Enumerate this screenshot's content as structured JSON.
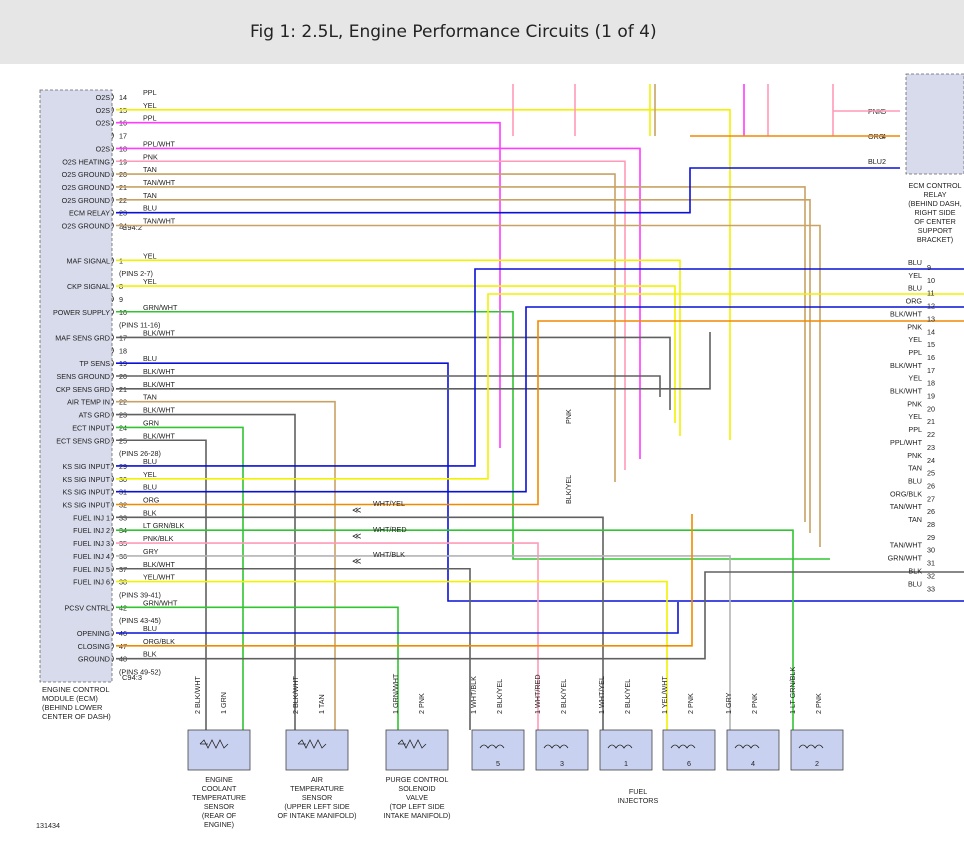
{
  "title": "Fig 1: 2.5L, Engine Performance Circuits (1 of 4)",
  "diagram_id": "131434",
  "colors": {
    "PPL": "#ff3cff",
    "YEL": "#f2f200",
    "PNK": "#ff9ab8",
    "TAN": "#c8a264",
    "BLU": "#0a10d6",
    "GRN": "#30c530",
    "BLK": "#606060",
    "ORG": "#f08a00",
    "GRY": "#b4b4b4",
    "WHT": "#d8d8d8",
    "RED": "#e03030",
    "connector_fill": "#c8d2f0"
  },
  "ecm": {
    "label": [
      "ENGINE CONTROL",
      "MODULE (ECM)",
      "(BEHIND LOWER",
      "CENTER OF DASH)"
    ],
    "connectors": [
      "C94:2",
      "C94:3"
    ],
    "pins": [
      {
        "num": "14",
        "color": "PPL",
        "func": "O2S",
        "wire": "PPL"
      },
      {
        "num": "15",
        "color": "YEL",
        "func": "O2S",
        "wire": "YEL"
      },
      {
        "num": "16",
        "color": "PPL",
        "func": "O2S",
        "wire": "PPL"
      },
      {
        "num": "17",
        "color": "",
        "func": "",
        "wire": ""
      },
      {
        "num": "18",
        "color": "PPL",
        "func": "O2S",
        "wire": "PPL/WHT"
      },
      {
        "num": "19",
        "color": "PNK",
        "func": "O2S HEATING",
        "wire": "PNK"
      },
      {
        "num": "20",
        "color": "TAN",
        "func": "O2S GROUND",
        "wire": "TAN"
      },
      {
        "num": "21",
        "color": "TAN",
        "func": "O2S GROUND",
        "wire": "TAN/WHT"
      },
      {
        "num": "22",
        "color": "TAN",
        "func": "O2S GROUND",
        "wire": "TAN"
      },
      {
        "num": "23",
        "color": "BLU",
        "func": "ECM RELAY",
        "wire": "BLU"
      },
      {
        "num": "24",
        "color": "TAN",
        "func": "O2S GROUND",
        "wire": "TAN/WHT"
      },
      {
        "num": "1",
        "color": "YEL",
        "func": "MAF SIGNAL",
        "wire": "YEL"
      },
      {
        "num": "",
        "color": "",
        "func": "",
        "wire": "(PINS 2-7)"
      },
      {
        "num": "8",
        "color": "YEL",
        "func": "CKP SIGNAL",
        "wire": "YEL"
      },
      {
        "num": "9",
        "color": "",
        "func": "",
        "wire": ""
      },
      {
        "num": "10",
        "color": "GRN",
        "func": "POWER SUPPLY",
        "wire": "GRN/WHT"
      },
      {
        "num": "",
        "color": "",
        "func": "",
        "wire": "(PINS 11-16)"
      },
      {
        "num": "17",
        "color": "BLK",
        "func": "MAF SENS GRD",
        "wire": "BLK/WHT"
      },
      {
        "num": "18",
        "color": "",
        "func": "",
        "wire": ""
      },
      {
        "num": "19",
        "color": "BLU",
        "func": "TP SENS",
        "wire": "BLU"
      },
      {
        "num": "20",
        "color": "BLK",
        "func": "SENS GROUND",
        "wire": "BLK/WHT"
      },
      {
        "num": "21",
        "color": "BLK",
        "func": "CKP SENS GRD",
        "wire": "BLK/WHT"
      },
      {
        "num": "22",
        "color": "TAN",
        "func": "AIR TEMP IN",
        "wire": "TAN"
      },
      {
        "num": "23",
        "color": "BLK",
        "func": "ATS GRD",
        "wire": "BLK/WHT"
      },
      {
        "num": "24",
        "color": "GRN",
        "func": "ECT INPUT",
        "wire": "GRN"
      },
      {
        "num": "25",
        "color": "BLK",
        "func": "ECT SENS GRD",
        "wire": "BLK/WHT"
      },
      {
        "num": "",
        "color": "",
        "func": "",
        "wire": "(PINS 26-28)"
      },
      {
        "num": "29",
        "color": "BLU",
        "func": "KS SIG INPUT",
        "wire": "BLU"
      },
      {
        "num": "30",
        "color": "YEL",
        "func": "KS SIG INPUT",
        "wire": "YEL"
      },
      {
        "num": "31",
        "color": "BLU",
        "func": "KS SIG INPUT",
        "wire": "BLU"
      },
      {
        "num": "32",
        "color": "ORG",
        "func": "KS SIG INPUT",
        "wire": "ORG"
      },
      {
        "num": "33",
        "color": "BLK",
        "func": "FUEL INJ 1",
        "wire": "BLK"
      },
      {
        "num": "34",
        "color": "GRN",
        "func": "FUEL INJ 2",
        "wire": "LT GRN/BLK"
      },
      {
        "num": "35",
        "color": "PNK",
        "func": "FUEL INJ 3",
        "wire": "PNK/BLK"
      },
      {
        "num": "36",
        "color": "GRY",
        "func": "FUEL INJ 4",
        "wire": "GRY"
      },
      {
        "num": "37",
        "color": "BLK",
        "func": "FUEL INJ 5",
        "wire": "BLK/WHT"
      },
      {
        "num": "38",
        "color": "YEL",
        "func": "FUEL INJ 6",
        "wire": "YEL/WHT"
      },
      {
        "num": "",
        "color": "",
        "func": "",
        "wire": "(PINS 39-41)"
      },
      {
        "num": "42",
        "color": "GRN",
        "func": "PCSV CNTRL",
        "wire": "GRN/WHT"
      },
      {
        "num": "",
        "color": "",
        "func": "",
        "wire": "(PINS 43-45)"
      },
      {
        "num": "46",
        "color": "BLU",
        "func": "OPENING",
        "wire": "BLU"
      },
      {
        "num": "47",
        "color": "ORG",
        "func": "CLOSING",
        "wire": "ORG/BLK"
      },
      {
        "num": "48",
        "color": "BLK",
        "func": "GROUND",
        "wire": "BLK"
      },
      {
        "num": "",
        "color": "",
        "func": "",
        "wire": "(PINS 49-52)"
      }
    ]
  },
  "relay": {
    "label": [
      "ECM CONTROL",
      "RELAY",
      "(BEHIND DASH,",
      "RIGHT SIDE",
      "OF CENTER",
      "SUPPORT",
      "BRACKET)"
    ],
    "pins": [
      {
        "num": "5",
        "wire": "PNK",
        "color": "PNK"
      },
      {
        "num": "4",
        "wire": "ORG",
        "color": "ORG"
      },
      {
        "num": "2",
        "wire": "BLU",
        "color": "BLU"
      }
    ]
  },
  "right_pins": [
    {
      "num": "9",
      "wire": "BLU",
      "color": "BLU"
    },
    {
      "num": "10",
      "wire": "YEL",
      "color": "YEL"
    },
    {
      "num": "11",
      "wire": "BLU",
      "color": "BLU"
    },
    {
      "num": "12",
      "wire": "ORG",
      "color": "ORG"
    },
    {
      "num": "13",
      "wire": "BLK/WHT",
      "color": "BLK"
    },
    {
      "num": "14",
      "wire": "PNK",
      "color": "PNK"
    },
    {
      "num": "15",
      "wire": "YEL",
      "color": "YEL"
    },
    {
      "num": "16",
      "wire": "PPL",
      "color": "PPL"
    },
    {
      "num": "17",
      "wire": "BLK/WHT",
      "color": "BLK"
    },
    {
      "num": "18",
      "wire": "YEL",
      "color": "YEL"
    },
    {
      "num": "19",
      "wire": "BLK/WHT",
      "color": "BLK"
    },
    {
      "num": "20",
      "wire": "PNK",
      "color": "PNK"
    },
    {
      "num": "21",
      "wire": "YEL",
      "color": "YEL"
    },
    {
      "num": "22",
      "wire": "PPL",
      "color": "PPL"
    },
    {
      "num": "23",
      "wire": "PPL/WHT",
      "color": "PPL"
    },
    {
      "num": "24",
      "wire": "PNK",
      "color": "PNK"
    },
    {
      "num": "25",
      "wire": "TAN",
      "color": "TAN"
    },
    {
      "num": "26",
      "wire": "BLU",
      "color": "BLU"
    },
    {
      "num": "27",
      "wire": "ORG/BLK",
      "color": "ORG"
    },
    {
      "num": "26",
      "wire": "TAN/WHT",
      "color": "TAN"
    },
    {
      "num": "28",
      "wire": "TAN",
      "color": "TAN"
    },
    {
      "num": "29",
      "wire": "",
      "color": ""
    },
    {
      "num": "30",
      "wire": "TAN/WHT",
      "color": "TAN"
    },
    {
      "num": "31",
      "wire": "GRN/WHT",
      "color": "GRN"
    },
    {
      "num": "32",
      "wire": "BLK",
      "color": "BLK"
    },
    {
      "num": "33",
      "wire": "BLU",
      "color": "BLU"
    }
  ],
  "splice_labels": [
    "WHT/YEL",
    "WHT/RED",
    "WHT/BLK"
  ],
  "vertical_labels": {
    "pnk_top": "PNK",
    "blk_yel": "BLK/YEL"
  },
  "sensors": [
    {
      "id": "ect",
      "name": [
        "ENGINE",
        "COOLANT",
        "TEMPERATURE",
        "SENSOR",
        "(REAR OF",
        "ENGINE)"
      ],
      "wires": [
        {
          "pin": "2",
          "label": "BLK/WHT",
          "color": "BLK"
        },
        {
          "pin": "1",
          "label": "GRN",
          "color": "GRN"
        }
      ]
    },
    {
      "id": "ats",
      "name": [
        "AIR",
        "TEMPERATURE",
        "SENSOR",
        "(UPPER LEFT SIDE",
        "OF INTAKE MANIFOLD)"
      ],
      "wires": [
        {
          "pin": "2",
          "label": "BLK/WHT",
          "color": "BLK"
        },
        {
          "pin": "1",
          "label": "TAN",
          "color": "TAN"
        }
      ]
    },
    {
      "id": "pcsv",
      "name": [
        "PURGE CONTROL",
        "SOLENOID",
        "VALVE",
        "(TOP LEFT SIDE",
        "INTAKE MANIFOLD)"
      ],
      "wires": [
        {
          "pin": "1",
          "label": "GRN/WHT",
          "color": "GRN"
        },
        {
          "pin": "2",
          "label": "PNK",
          "color": "PNK"
        }
      ]
    }
  ],
  "injectors": {
    "label": [
      "FUEL",
      "INJECTORS"
    ],
    "items": [
      {
        "num": "5",
        "w1": "WHT/BLK",
        "w2": "BLK/YEL",
        "c1": "BLK",
        "c2": "BLK"
      },
      {
        "num": "3",
        "w1": "WHT/RED",
        "w2": "BLK/YEL",
        "c1": "PNK",
        "c2": "BLK"
      },
      {
        "num": "1",
        "w1": "WHT/YEL",
        "w2": "BLK/YEL",
        "c1": "YEL",
        "c2": "BLK"
      },
      {
        "num": "6",
        "w1": "YEL/WHT",
        "w2": "PNK",
        "c1": "YEL",
        "c2": "PNK"
      },
      {
        "num": "4",
        "w1": "GRY",
        "w2": "PNK",
        "c1": "GRY",
        "c2": "PNK"
      },
      {
        "num": "2",
        "w1": "LT GRN/BLK",
        "w2": "PNK",
        "c1": "GRN",
        "c2": "PNK"
      }
    ]
  }
}
